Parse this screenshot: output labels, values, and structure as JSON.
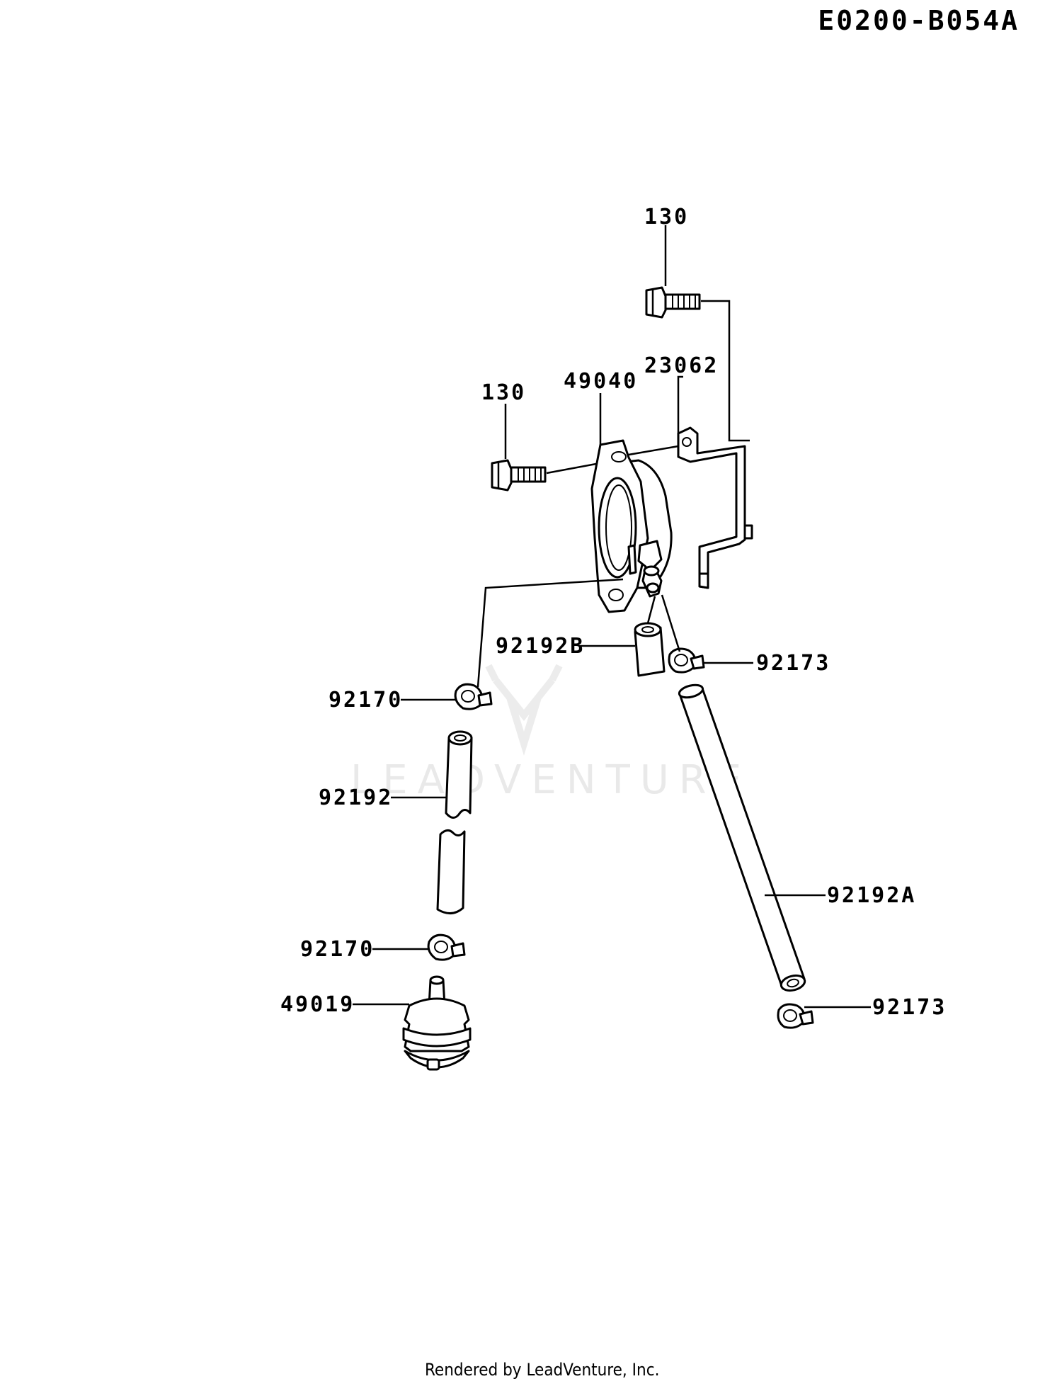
{
  "diagram_code": "E0200-B054A",
  "footer": "Rendered by LeadVenture, Inc.",
  "watermark": "LEADVENTURE",
  "parts": {
    "bolt_top": "130",
    "bolt_left": "130",
    "fuel_pump": "49040",
    "bracket": "23062",
    "hose_short": "92192B",
    "clamp_pump_outlet": "92173",
    "clamp_inlet_upper": "92170",
    "hose_inlet": "92192",
    "hose_outlet": "92192A",
    "clamp_inlet_lower": "92170",
    "fuel_filter": "49019",
    "clamp_outlet_lower": "92173"
  }
}
